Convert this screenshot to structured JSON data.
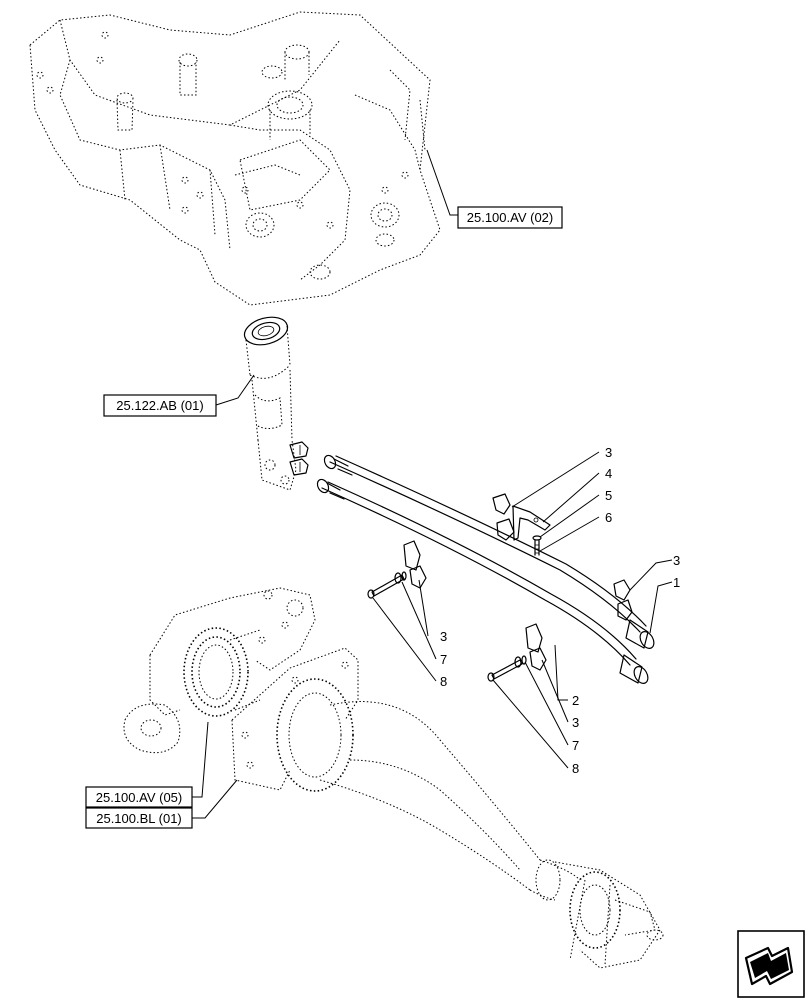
{
  "references": {
    "r1": "25.100.AV (02)",
    "r2": "25.122.AB (01)",
    "r3": "25.100.AV (05)",
    "r4": "25.100.BL (01)"
  },
  "callouts": {
    "c1": "3",
    "c2": "4",
    "c3": "5",
    "c4": "6",
    "c5": "3",
    "c6": "1",
    "c7": "3",
    "c8": "7",
    "c9": "8",
    "c10": "2",
    "c11": "3",
    "c12": "7",
    "c13": "8"
  },
  "icons": {
    "nav": "next-page-arrow-icon"
  }
}
